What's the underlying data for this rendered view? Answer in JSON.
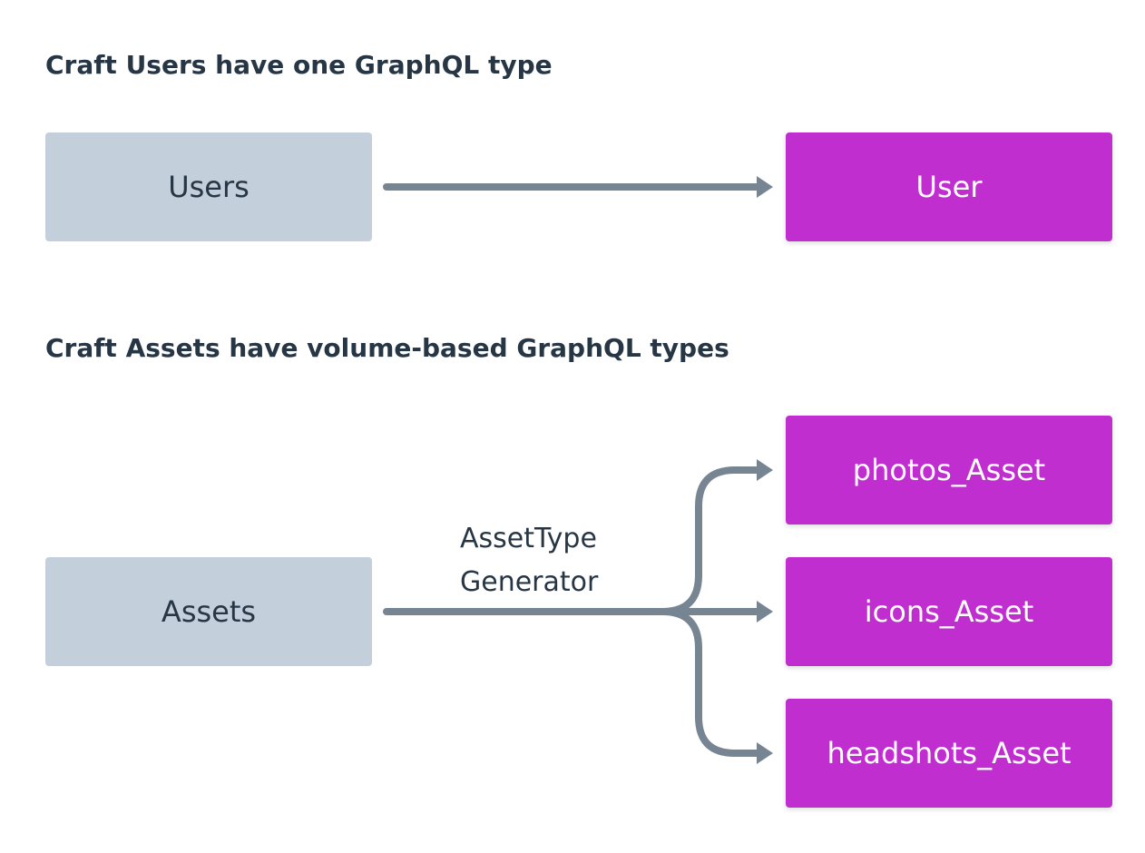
{
  "sections": {
    "users": {
      "heading": "Craft Users have one GraphQL type",
      "source": "Users",
      "target": "User"
    },
    "assets": {
      "heading": "Craft Assets have volume-based GraphQL types",
      "source": "Assets",
      "generator_label": [
        "AssetType",
        "Generator"
      ],
      "targets": [
        "photos_Asset",
        "icons_Asset",
        "headshots_Asset"
      ]
    }
  },
  "colors": {
    "heading": "#263645",
    "source_box": "#c3cfda",
    "target_box": "#c02ed0",
    "connector": "#778593"
  }
}
